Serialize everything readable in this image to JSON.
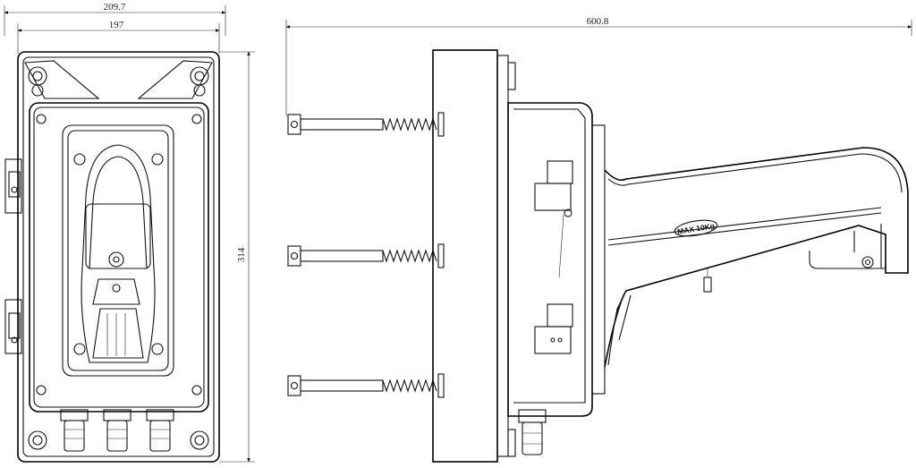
{
  "dimensions": {
    "overall_width": "209.7",
    "inner_width": "197",
    "height": "314",
    "arm_length": "600.8"
  },
  "arm_label": "MAX 10Kg"
}
